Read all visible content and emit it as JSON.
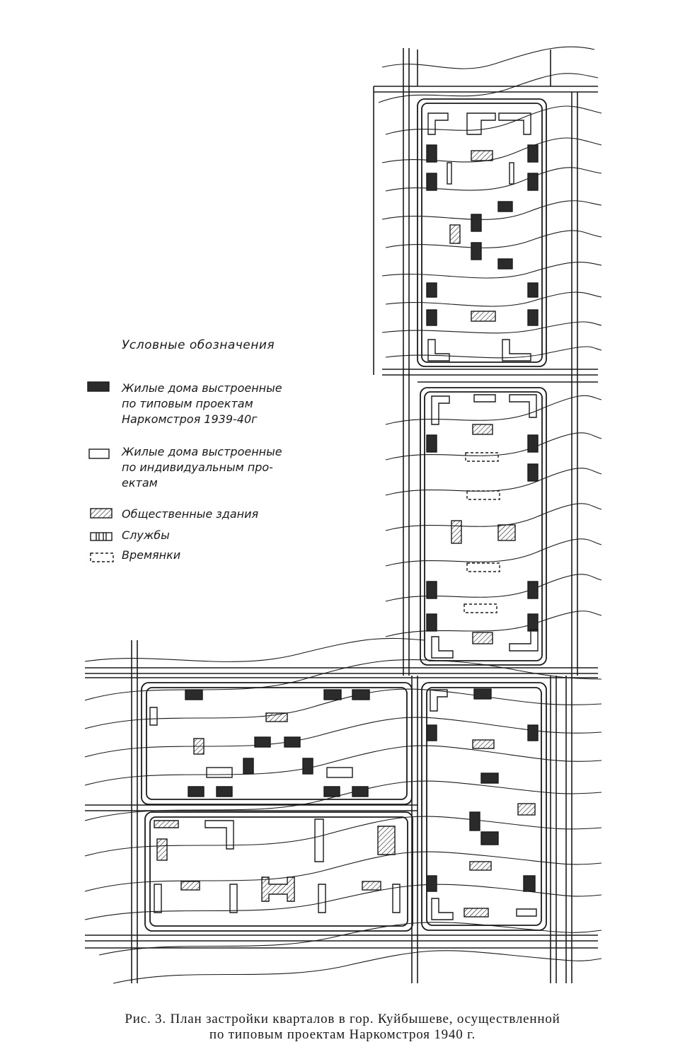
{
  "legend": {
    "title": "Условные обозначения",
    "items": [
      {
        "symbol": "filled-block-icon",
        "text": "Жилые дома выстроенные\nпо типовым проектам\nНаркомстроя 1939-40г"
      },
      {
        "symbol": "outline-block-icon",
        "text": "Жилые дома выстроенные\nпо индивидуальным про-\nектам"
      },
      {
        "symbol": "hatched-block-icon",
        "text": "Общественные здания"
      },
      {
        "symbol": "service-block-icon",
        "text": "Службы"
      },
      {
        "symbol": "dashed-block-icon",
        "text": "Времянки"
      }
    ]
  },
  "caption": {
    "line1": "Рис. 3. План застройки кварталов в гор. Куйбышеве, осуществленной",
    "line2": "по типовым проектам Наркомстроя 1940 г."
  },
  "colors": {
    "ink": "#1a1a1a",
    "filled": "#2b2b2b",
    "paper": "#ffffff"
  }
}
